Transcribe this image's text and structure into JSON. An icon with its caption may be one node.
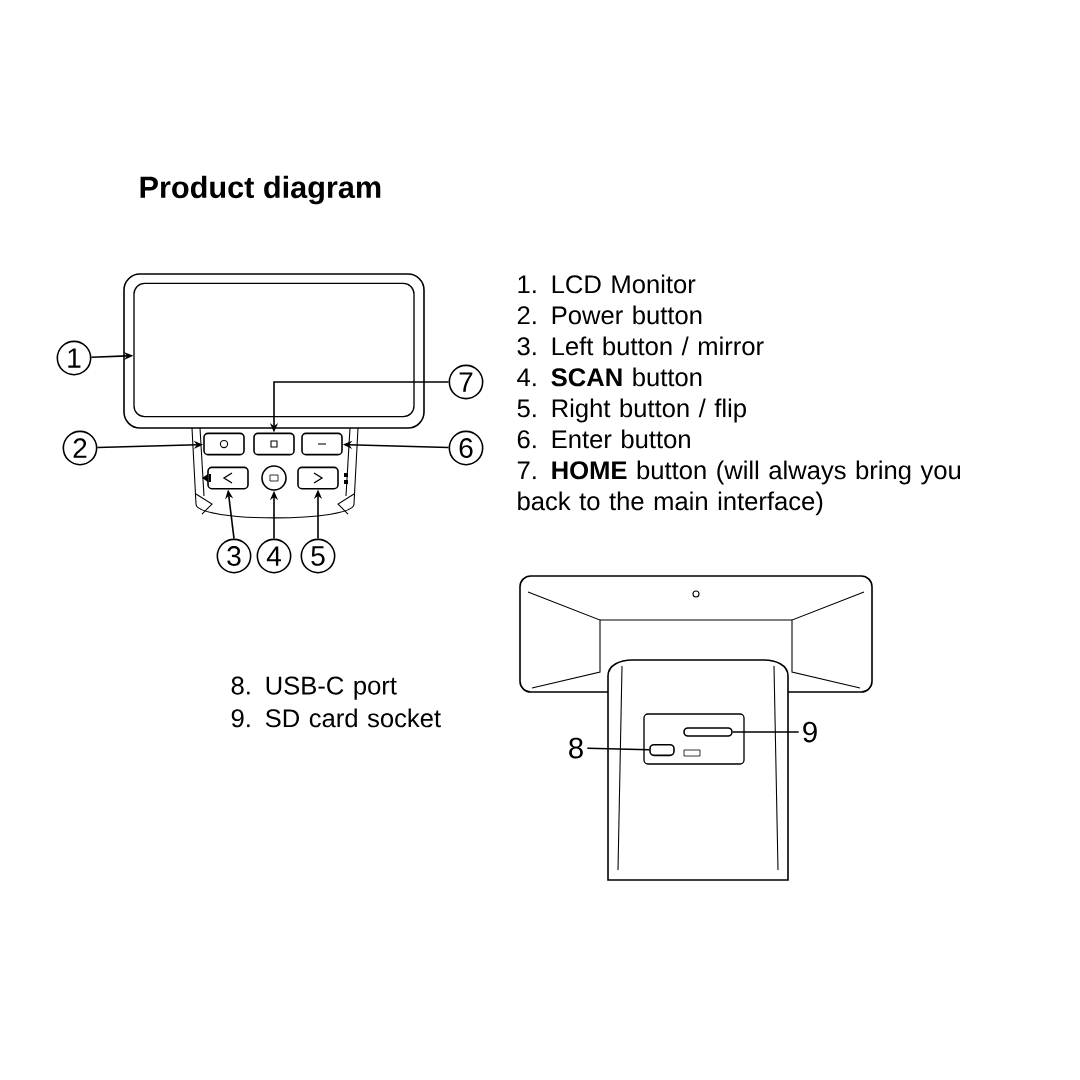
{
  "diagram": {
    "title": "Product diagram",
    "nodes": [
      {
        "text": [
          "1"
        ]
      },
      {
        "text": [],
        "shape": "box"
      },
      {
        "text": [
          "7"
        ]
      },
      {
        "text": [
          "2"
        ]
      },
      {
        "text": [],
        "shape": "box"
      },
      {
        "text": [],
        "shape": "box"
      },
      {
        "text": [],
        "shape": "box"
      },
      {
        "text": [
          "6"
        ]
      },
      {
        "text": [],
        "shape": "box"
      },
      {
        "text": [],
        "shape": "circle"
      },
      {
        "text": [],
        "shape": "box"
      },
      {
        "text": [
          "3"
        ]
      },
      {
        "text": [
          "4"
        ]
      },
      {
        "text": [
          "5"
        ]
      },
      {
        "text": [
          "8"
        ]
      },
      {
        "text": [],
        "shape": "box"
      },
      {
        "text": [],
        "shape": "box"
      },
      {
        "text": [
          "9"
        ]
      }
    ],
    "edges": [
      {
        "from": 0,
        "to": 1,
        "arrow": "to"
      },
      {
        "from": 2,
        "to": 5,
        "arrow": "to"
      },
      {
        "from": 3,
        "to": 4,
        "arrow": "to"
      },
      {
        "from": 7,
        "to": 6,
        "arrow": "to"
      },
      {
        "from": 11,
        "to": 8,
        "arrow": "to"
      },
      {
        "from": 12,
        "to": 9,
        "arrow": "to"
      },
      {
        "from": 13,
        "to": 10,
        "arrow": "to"
      },
      {
        "from": 14,
        "to": 15,
        "arrow": "none"
      },
      {
        "from": 17,
        "to": 16,
        "arrow": "none"
      }
    ],
    "labels": [
      "1. LCD Monitor",
      "2. Power button",
      "3. Left button / mirror",
      "4. **SCAN** button",
      "5. Right button / flip",
      "6. Enter button",
      "7. **HOME** button (will always bring you back to the main interface)",
      "8. USB-C port",
      "9. SD card socket"
    ]
  }
}
